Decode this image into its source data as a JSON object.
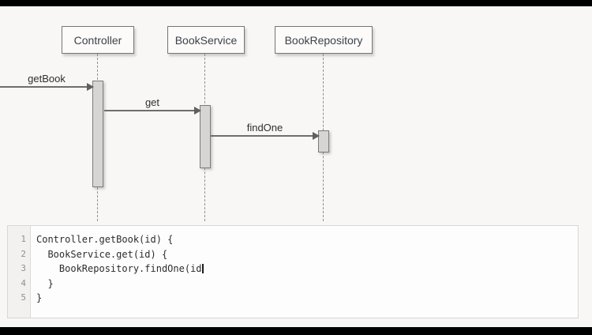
{
  "diagram": {
    "actors": [
      {
        "name": "Controller"
      },
      {
        "name": "BookService"
      },
      {
        "name": "BookRepository"
      }
    ],
    "messages": [
      {
        "label": "getBook",
        "from": "caller",
        "to": "Controller"
      },
      {
        "label": "get",
        "from": "Controller",
        "to": "BookService"
      },
      {
        "label": "findOne",
        "from": "BookService",
        "to": "BookRepository"
      }
    ]
  },
  "editor": {
    "lines": [
      {
        "number": "1",
        "code": "Controller.getBook(id) {"
      },
      {
        "number": "2",
        "code": "  BookService.get(id) {"
      },
      {
        "number": "3",
        "code": "    BookRepository.findOne(id"
      },
      {
        "number": "4",
        "code": "  }"
      },
      {
        "number": "5",
        "code": "}"
      }
    ],
    "cursor_line": 3,
    "cursor_after": "    BookRepository.findOne(id"
  },
  "colors": {
    "letterbox": "#000000",
    "page_background": "#f9f7f6",
    "diagram_stroke": "#6e6e6e",
    "box_fill": "#fcfbfa",
    "activation_fill": "#d6d5d4",
    "editor_background": "#fdfdfd",
    "editor_border": "#d9d7d4",
    "gutter_background": "#f3f1ef",
    "line_number_color": "#909090",
    "code_text_color": "#2d2d2d"
  }
}
